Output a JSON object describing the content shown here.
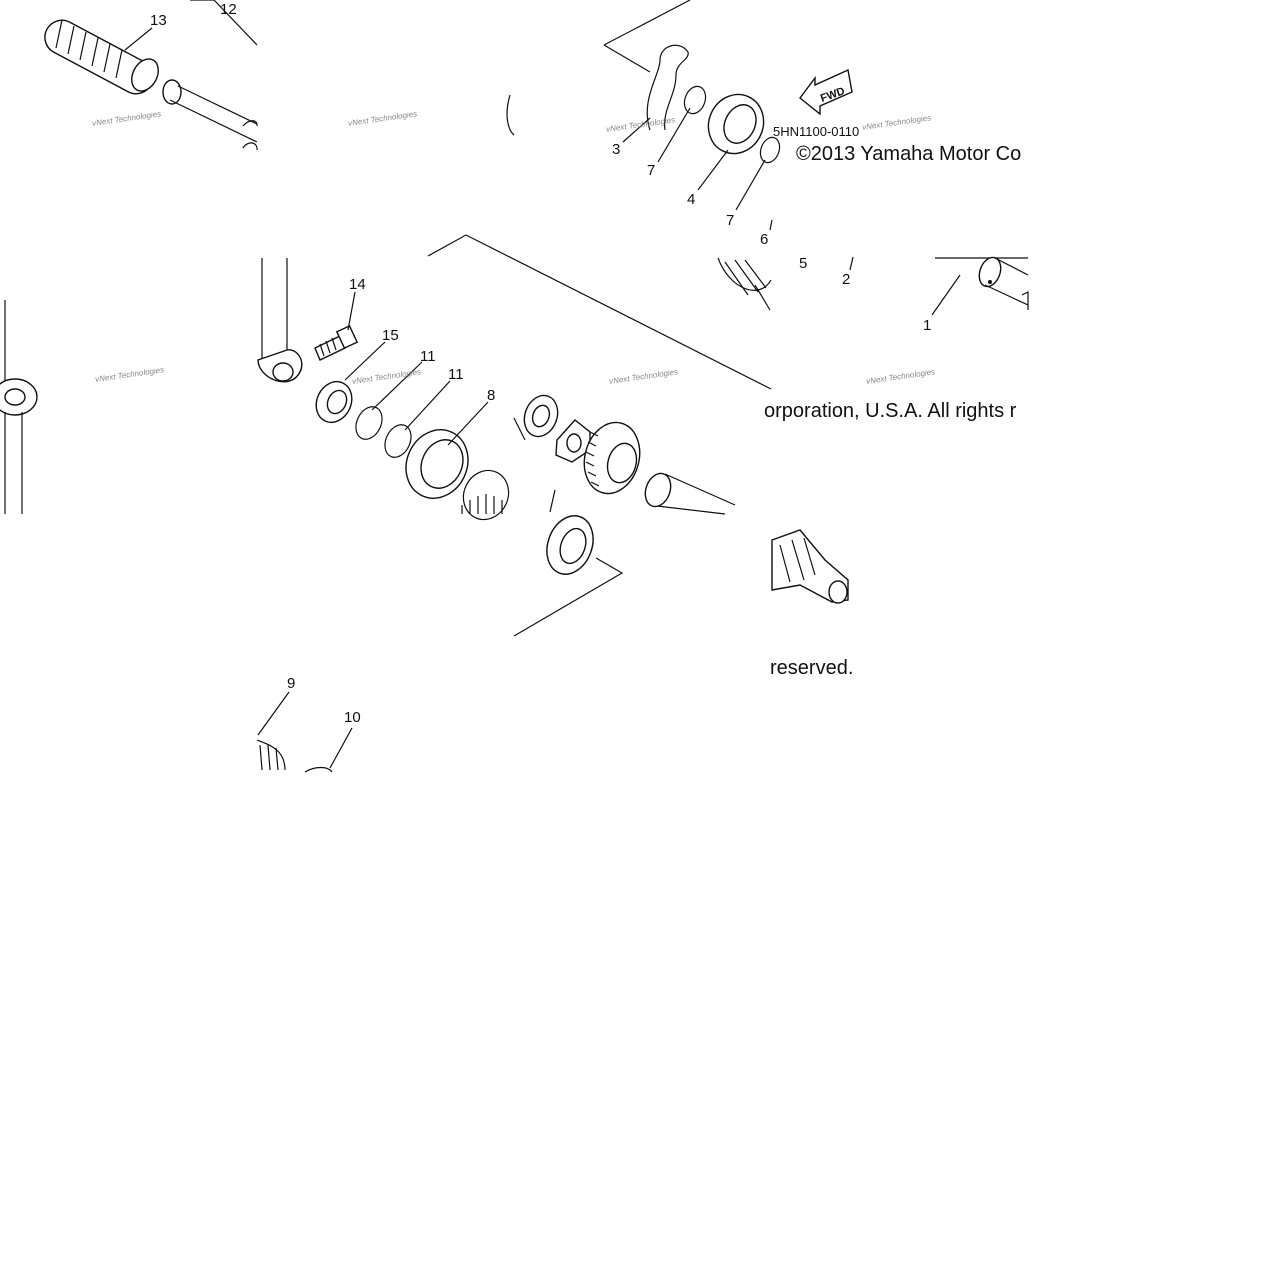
{
  "diagram": {
    "part_code": "5HN1100-0110",
    "fwd_label": "FWD",
    "copyright": {
      "line1": "©2013 Yamaha Motor Co",
      "line2": "orporation, U.S.A. All rights r",
      "line3": "reserved."
    },
    "watermark": "vNext Technologies",
    "callouts": [
      {
        "id": "c1",
        "label": "1"
      },
      {
        "id": "c2",
        "label": "2"
      },
      {
        "id": "c3",
        "label": "3"
      },
      {
        "id": "c4",
        "label": "4"
      },
      {
        "id": "c5",
        "label": "5"
      },
      {
        "id": "c6",
        "label": "6"
      },
      {
        "id": "c7a",
        "label": "7"
      },
      {
        "id": "c7b",
        "label": "7"
      },
      {
        "id": "c8",
        "label": "8"
      },
      {
        "id": "c9",
        "label": "9"
      },
      {
        "id": "c10",
        "label": "10"
      },
      {
        "id": "c11a",
        "label": "11"
      },
      {
        "id": "c11b",
        "label": "11"
      },
      {
        "id": "c12",
        "label": "12"
      },
      {
        "id": "c13",
        "label": "13"
      },
      {
        "id": "c14",
        "label": "14"
      },
      {
        "id": "c15",
        "label": "15"
      }
    ]
  }
}
